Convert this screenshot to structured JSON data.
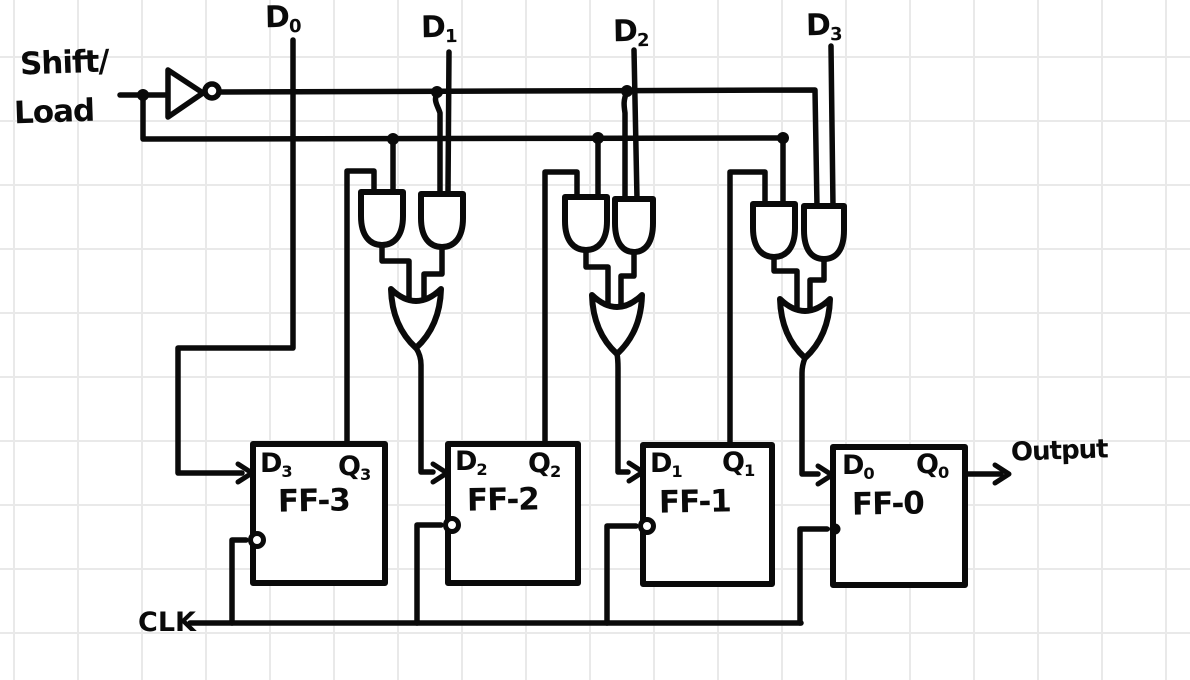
{
  "colors": {
    "ink": "#0a0a0a",
    "grid": "#e9e9e9",
    "paper": "#ffffff"
  },
  "labels": {
    "shift_line1": "Shift/",
    "shift_line2": "Load",
    "clk": "CLK",
    "output": "Output"
  },
  "data_inputs": [
    {
      "base": "D",
      "sub": "0"
    },
    {
      "base": "D",
      "sub": "1"
    },
    {
      "base": "D",
      "sub": "2"
    },
    {
      "base": "D",
      "sub": "3"
    }
  ],
  "flip_flops": [
    {
      "name": "FF-3",
      "d_base": "D",
      "d_sub": "3",
      "q_base": "Q",
      "q_sub": "3"
    },
    {
      "name": "FF-2",
      "d_base": "D",
      "d_sub": "2",
      "q_base": "Q",
      "q_sub": "2"
    },
    {
      "name": "FF-1",
      "d_base": "D",
      "d_sub": "1",
      "q_base": "Q",
      "q_sub": "1"
    },
    {
      "name": "FF-0",
      "d_base": "D",
      "d_sub": "0",
      "q_base": "Q",
      "q_sub": "0"
    }
  ]
}
